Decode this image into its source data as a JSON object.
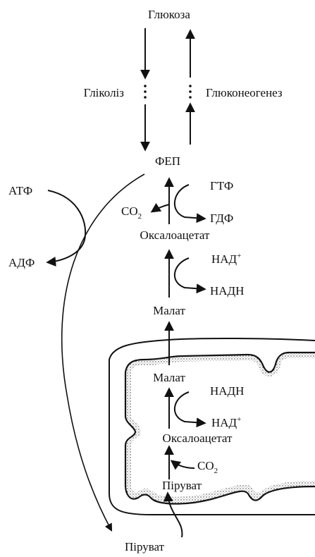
{
  "labels": {
    "glucose": "Глюкоза",
    "glycolysis": "Гліколіз",
    "gluconeogenesis": "Глюконеогенез",
    "pep": "ФЕП",
    "atp": "АТФ",
    "adp": "АДФ",
    "gtp": "ГТФ",
    "gdp": "ГДФ",
    "co2_top": "CO",
    "co2_top_sub": "2",
    "oxaloacetate_cyto": "Оксалоацетат",
    "nad_cyto": "НАД",
    "nad_cyto_sup": "+",
    "nadh_cyto": "НАДН",
    "malate_cyto": "Малат",
    "malate_mito": "Малат",
    "nadh_mito": "НАДН",
    "nad_mito": "НАД",
    "nad_mito_sup": "+",
    "oxaloacetate_mito": "Оксалоацетат",
    "co2_mito": "CO",
    "co2_mito_sub": "2",
    "pyruvate_mito": "Піруват",
    "pyruvate_cyto": "Піруват"
  },
  "colors": {
    "ink": "#111111",
    "background": "#ffffff"
  }
}
